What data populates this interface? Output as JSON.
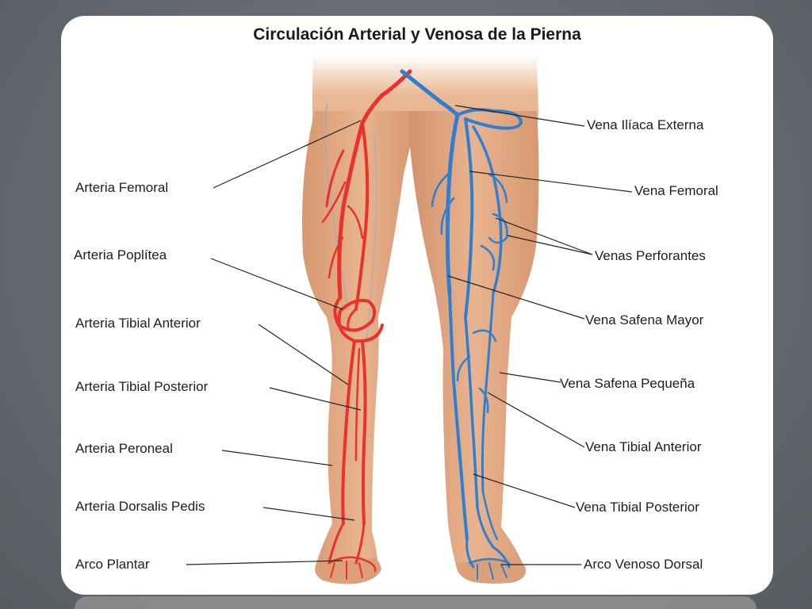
{
  "title": "Circulación Arterial y Venosa de la Pierna",
  "colors": {
    "artery": "#e8322a",
    "vein": "#2f7fd0",
    "skin": "#e2ab85",
    "skin_dark": "#c98c64"
  },
  "left_labels": [
    "Arteria Femoral",
    "Arteria Poplítea",
    "Arteria Tibial Anterior",
    "Arteria Tibial Posterior",
    "Arteria Peroneal",
    "Arteria Dorsalis Pedis",
    "Arco Plantar"
  ],
  "right_labels": [
    "Vena Ilíaca Externa",
    "Vena Femoral",
    "Venas Perforantes",
    "Vena Safena Mayor",
    "Vena Safena Pequeña",
    "Vena Tibial Anterior",
    "Vena Tibial Posterior",
    "Arco Venoso Dorsal"
  ]
}
